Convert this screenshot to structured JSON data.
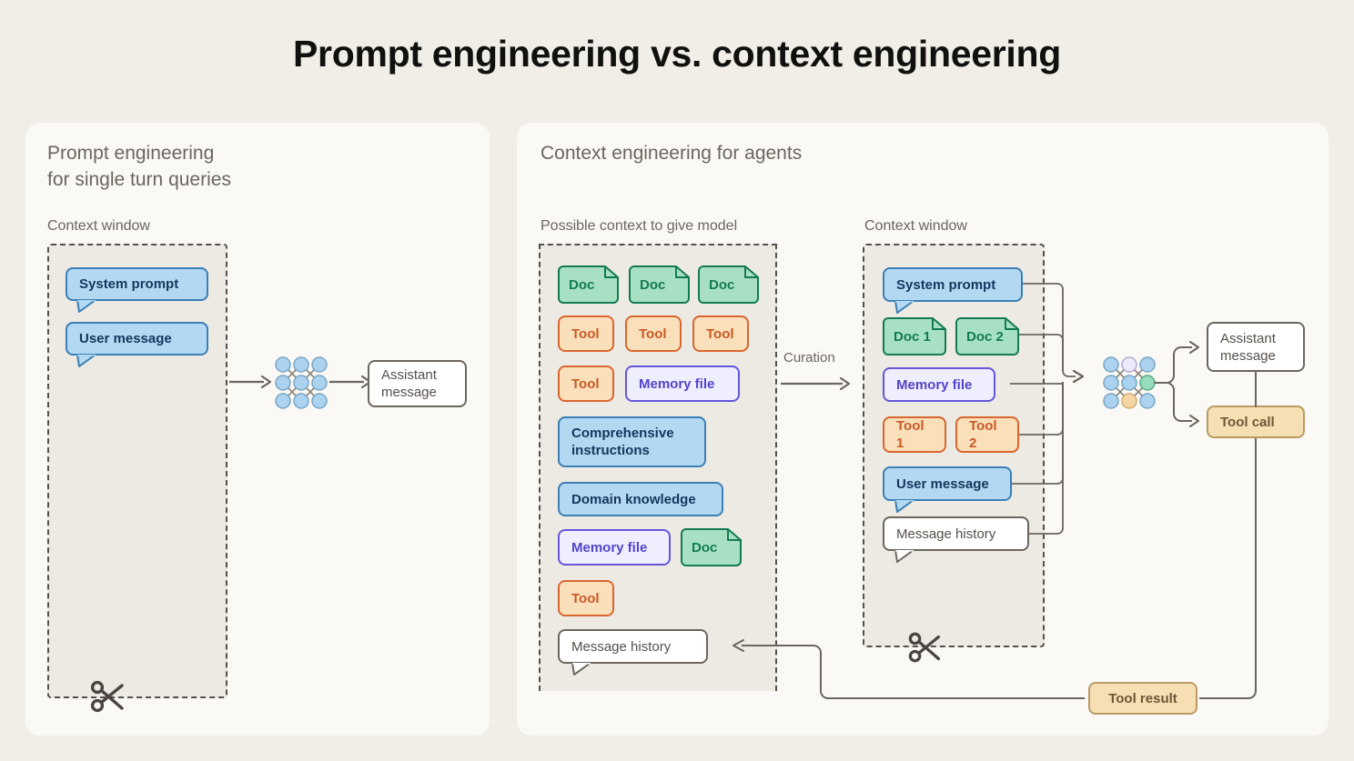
{
  "title": "Prompt engineering vs. context engineering",
  "colors": {
    "page_bg": "#f0eee6",
    "panel_bg": "#faf9f5",
    "context_window_bg": "#eceae3",
    "dashed_border": "#55504a",
    "blue_fill": "#b3d9f2",
    "blue_border": "#3b7fb5",
    "green_fill": "#a8e0c4",
    "green_border": "#137a52",
    "orange_fill": "#fadfbb",
    "orange_border": "#d9662f",
    "purple_fill": "#efeeff",
    "purple_border": "#6655d9",
    "tan_fill": "#f7dfb4",
    "tan_border": "#b99a63",
    "line": "#6b665e",
    "text_muted": "#6b665e"
  },
  "left_panel": {
    "heading": "Prompt engineering\nfor single turn queries",
    "context_window_label": "Context window",
    "chips": [
      {
        "label": "System prompt",
        "kind": "blue-bubble"
      },
      {
        "label": "User message",
        "kind": "blue-bubble"
      }
    ],
    "model_icon": "neural-network-icon",
    "output": {
      "label": "Assistant\nmessage",
      "kind": "white"
    },
    "truncation_icon": "scissors-icon"
  },
  "right_panel": {
    "heading": "Context engineering for agents",
    "possible_context_label": "Possible context to give model",
    "context_window_label": "Context window",
    "curation_label": "Curation",
    "possible_context_items": [
      {
        "label": "Doc",
        "kind": "doc"
      },
      {
        "label": "Doc",
        "kind": "doc"
      },
      {
        "label": "Doc",
        "kind": "doc"
      },
      {
        "label": "Tool",
        "kind": "tool"
      },
      {
        "label": "Tool",
        "kind": "tool"
      },
      {
        "label": "Tool",
        "kind": "tool"
      },
      {
        "label": "Tool",
        "kind": "tool"
      },
      {
        "label": "Memory file",
        "kind": "memory"
      },
      {
        "label": "Comprehensive\ninstructions",
        "kind": "blue"
      },
      {
        "label": "Domain knowledge",
        "kind": "blue"
      },
      {
        "label": "Memory file",
        "kind": "memory"
      },
      {
        "label": "Doc",
        "kind": "doc"
      },
      {
        "label": "Tool",
        "kind": "tool"
      },
      {
        "label": "Message history",
        "kind": "white-bubble"
      }
    ],
    "context_window_items": [
      {
        "label": "System prompt",
        "kind": "blue-bubble"
      },
      {
        "label": "Doc 1",
        "kind": "doc"
      },
      {
        "label": "Doc 2",
        "kind": "doc"
      },
      {
        "label": "Memory file",
        "kind": "memory"
      },
      {
        "label": "Tool 1",
        "kind": "tool"
      },
      {
        "label": "Tool 2",
        "kind": "tool"
      },
      {
        "label": "User message",
        "kind": "blue-bubble"
      },
      {
        "label": "Message history",
        "kind": "white-bubble"
      }
    ],
    "model_icon": "neural-network-icon",
    "outputs": [
      {
        "label": "Assistant\nmessage",
        "kind": "white"
      },
      {
        "label": "Tool call",
        "kind": "tan"
      }
    ],
    "feedback": {
      "label": "Tool result",
      "kind": "tan"
    },
    "truncation_icon": "scissors-icon"
  }
}
